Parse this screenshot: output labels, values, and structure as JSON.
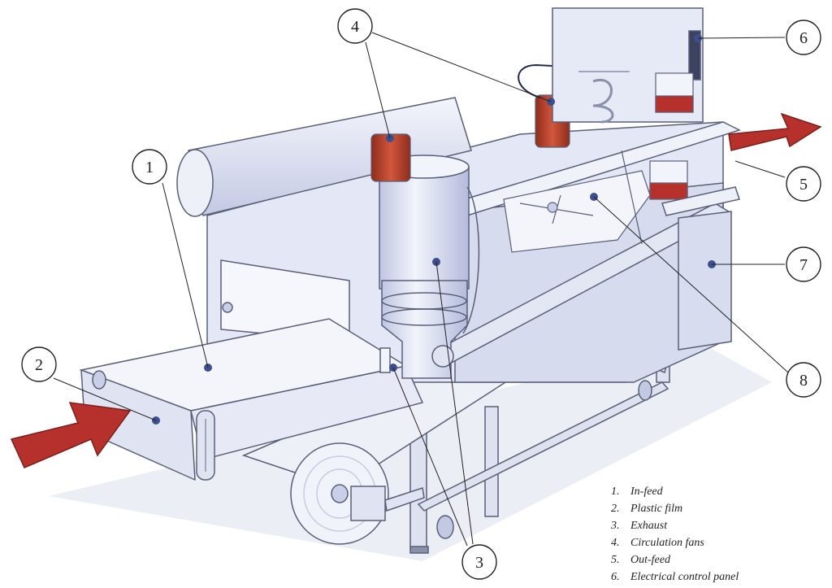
{
  "colors": {
    "machine": "#e4e8f6",
    "machine_shade": "#c9cfe6",
    "outline": "#5a5f78",
    "arrow": "#b7312c",
    "motor": "#b8442e",
    "dot": "#3d4f8c"
  },
  "callouts": [
    {
      "n": "1"
    },
    {
      "n": "2"
    },
    {
      "n": "3"
    },
    {
      "n": "4"
    },
    {
      "n": "5"
    },
    {
      "n": "6"
    },
    {
      "n": "7"
    },
    {
      "n": "8"
    }
  ],
  "legend": [
    {
      "num": "1.",
      "label": "In-feed"
    },
    {
      "num": "2.",
      "label": "Plastic film"
    },
    {
      "num": "3.",
      "label": "Exhaust"
    },
    {
      "num": "4.",
      "label": "Circulation fans"
    },
    {
      "num": "5.",
      "label": "Out-feed"
    },
    {
      "num": "6.",
      "label": "Electrical control panel"
    }
  ]
}
